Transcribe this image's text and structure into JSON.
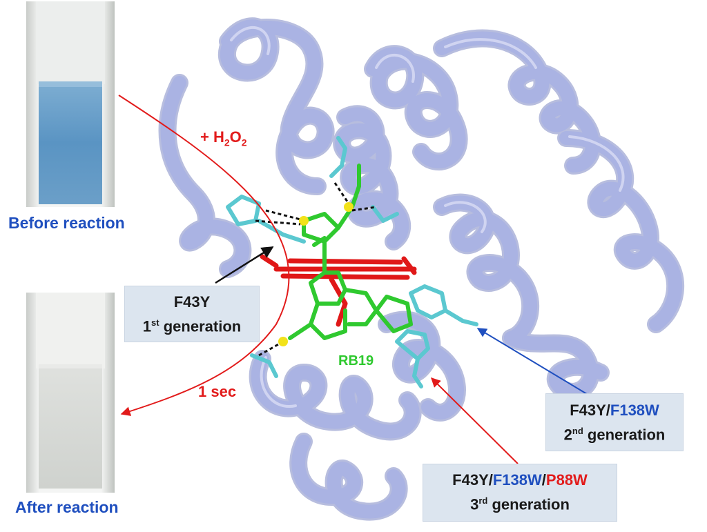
{
  "cuvettes": {
    "before_caption": "Before reaction",
    "after_caption": "After reaction"
  },
  "reaction": {
    "reagent_prefix": "+ H",
    "reagent_sub1": "2",
    "reagent_mid": "O",
    "reagent_sub2": "2",
    "time": "1 sec"
  },
  "ligand_label": "RB19",
  "generations": {
    "first": {
      "mutation": "F43Y",
      "ordinal": "1",
      "ordinal_suffix": "st",
      "word": "generation"
    },
    "second": {
      "mutation_a": "F43Y/",
      "mutation_b": "F138W",
      "ordinal": "2",
      "ordinal_suffix": "nd",
      "word": "generation"
    },
    "third": {
      "mutation_a": "F43Y/",
      "mutation_b": "F138W",
      "mutation_c": "/",
      "mutation_d": "P88W",
      "ordinal": "3",
      "ordinal_suffix": "rd",
      "word": "generation"
    }
  },
  "colors": {
    "protein_ribbon": "#aab3e3",
    "ribbon_shade": "#7e88c4",
    "blue_text": "#1f4fbf",
    "red_text": "#e21b1b",
    "label_box": "#dce5ef",
    "ligand_green": "#2fc92f",
    "heme_red": "#e01818",
    "residue_cyan": "#5bc8d0",
    "sulfur_yellow": "#f2e21a",
    "before_liquid": "#5a94c3",
    "after_liquid": "#d3d6d3"
  }
}
